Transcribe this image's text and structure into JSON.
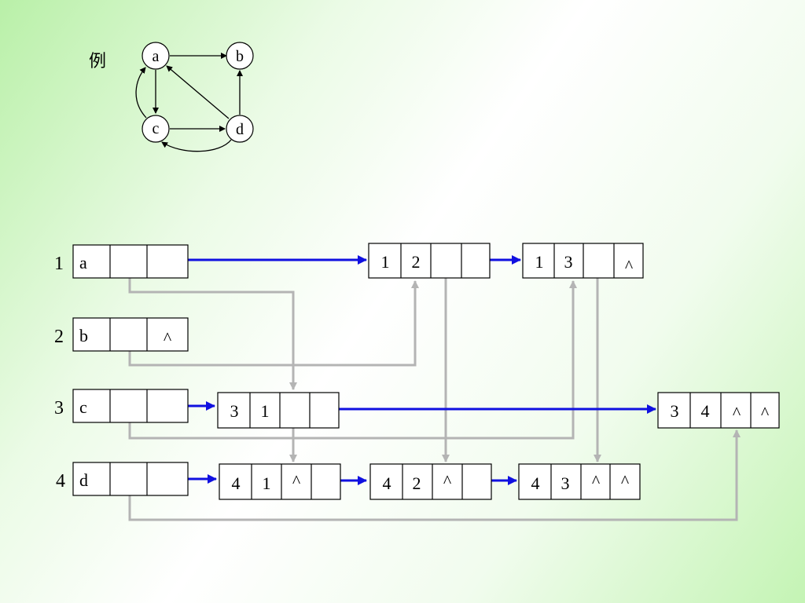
{
  "example_label": "例",
  "graph": {
    "nodes": [
      {
        "id": "a",
        "label": "a"
      },
      {
        "id": "b",
        "label": "b"
      },
      {
        "id": "c",
        "label": "c"
      },
      {
        "id": "d",
        "label": "d"
      }
    ],
    "edges": [
      {
        "from": "a",
        "to": "b"
      },
      {
        "from": "a",
        "to": "c"
      },
      {
        "from": "c",
        "to": "a"
      },
      {
        "from": "c",
        "to": "d"
      },
      {
        "from": "d",
        "to": "a"
      },
      {
        "from": "d",
        "to": "b"
      },
      {
        "from": "d",
        "to": "c"
      }
    ]
  },
  "orthogonal_list": {
    "vertices": [
      {
        "index": "1",
        "data": "a",
        "firstin": "",
        "firstout": ""
      },
      {
        "index": "2",
        "data": "b",
        "firstin": "",
        "firstout": "^"
      },
      {
        "index": "3",
        "data": "c",
        "firstin": "",
        "firstout": ""
      },
      {
        "index": "4",
        "data": "d",
        "firstin": "",
        "firstout": ""
      }
    ],
    "arcs": [
      {
        "tail": "1",
        "head": "2",
        "hlink": "",
        "tlink": ""
      },
      {
        "tail": "1",
        "head": "3",
        "hlink": "",
        "tlink": "^"
      },
      {
        "tail": "3",
        "head": "1",
        "hlink": "",
        "tlink": ""
      },
      {
        "tail": "3",
        "head": "4",
        "hlink": "^",
        "tlink": "^"
      },
      {
        "tail": "4",
        "head": "1",
        "hlink": "^",
        "tlink": ""
      },
      {
        "tail": "4",
        "head": "2",
        "hlink": "^",
        "tlink": ""
      },
      {
        "tail": "4",
        "head": "3",
        "hlink": "^",
        "tlink": "^"
      }
    ]
  },
  "colors": {
    "tail_link": "#1010e0",
    "head_link": "#b4b4b4",
    "box_stroke": "#000000",
    "box_fill": "#ffffff"
  }
}
